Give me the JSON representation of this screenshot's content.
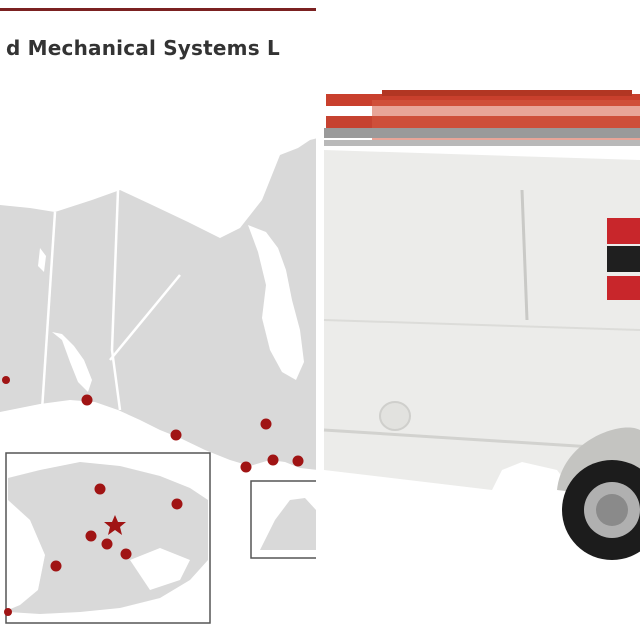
{
  "map": {
    "title": "d Mechanical Systems L",
    "accent_color": "#7b2121",
    "marker_color": "#a01414",
    "land_color": "#d9d9d9",
    "border_color": "#ffffff",
    "markers": [
      "location-dot",
      "location-dot",
      "location-dot",
      "location-dot",
      "location-dot",
      "location-dot",
      "location-dot",
      "location-dot",
      "location-dot",
      "location-dot",
      "location-dot",
      "location-dot",
      "location-dot",
      "location-dot",
      "location-dot",
      "location-dot"
    ],
    "headquarters_marker": "star-icon"
  },
  "van": {
    "description_icon": "service-van-image",
    "body_color": "#ececea",
    "ladder_color": "#c9402d",
    "decal_colors": [
      "#c8262b",
      "#1f1f1f",
      "#c8262b"
    ]
  }
}
